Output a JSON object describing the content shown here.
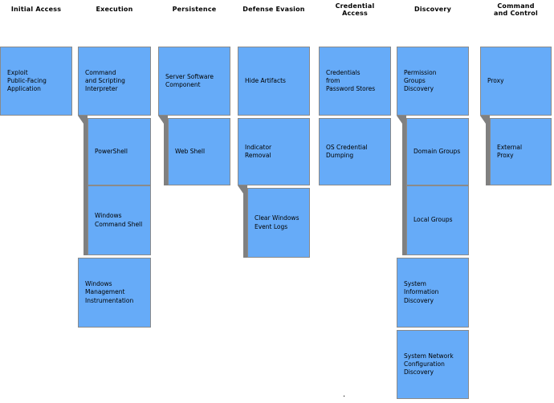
{
  "colors": {
    "cell_fill": "#66ABF8",
    "cell_border": "#8A8A8A",
    "connector_gray": "#808080",
    "text": "#000000",
    "background": "#FFFFFF"
  },
  "footer_dot": ".",
  "matrix": {
    "columns": [
      {
        "tactic": "Initial Access",
        "techniques": [
          {
            "label": "Exploit\nPublic-Facing\nApplication",
            "sub": false,
            "row": 0
          }
        ]
      },
      {
        "tactic": "Execution",
        "techniques": [
          {
            "label": "Command\nand Scripting\nInterpreter",
            "sub": false,
            "row": 0
          },
          {
            "label": "PowerShell",
            "sub": true,
            "row": 1
          },
          {
            "label": "Windows\nCommand Shell",
            "sub": true,
            "row": 2
          },
          {
            "label": "Windows\nManagement\nInstrumentation",
            "sub": false,
            "row": 3
          }
        ]
      },
      {
        "tactic": "Persistence",
        "techniques": [
          {
            "label": "Server Software\nComponent",
            "sub": false,
            "row": 0
          },
          {
            "label": "Web Shell",
            "sub": true,
            "row": 1
          }
        ]
      },
      {
        "tactic": "Defense Evasion",
        "techniques": [
          {
            "label": "Hide Artifacts",
            "sub": false,
            "row": 0
          },
          {
            "label": "Indicator\nRemoval",
            "sub": false,
            "row": 1
          },
          {
            "label": "Clear Windows\nEvent Logs",
            "sub": true,
            "row": 2
          }
        ]
      },
      {
        "tactic": "Credential\nAccess",
        "techniques": [
          {
            "label": "Credentials\nfrom\nPassword Stores",
            "sub": false,
            "row": 0
          },
          {
            "label": "OS Credential\nDumping",
            "sub": false,
            "row": 1
          }
        ]
      },
      {
        "tactic": "Discovery",
        "techniques": [
          {
            "label": "Permission\nGroups\nDiscovery",
            "sub": false,
            "row": 0
          },
          {
            "label": "Domain Groups",
            "sub": true,
            "row": 1
          },
          {
            "label": "Local Groups",
            "sub": true,
            "row": 2
          },
          {
            "label": "System\nInformation\nDiscovery",
            "sub": false,
            "row": 3
          },
          {
            "label": "System Network\nConfiguration\nDiscovery",
            "sub": false,
            "row": 4
          }
        ]
      },
      {
        "tactic": "Command\nand Control",
        "techniques": [
          {
            "label": "Proxy",
            "sub": false,
            "row": 0
          },
          {
            "label": "External\nProxy",
            "sub": true,
            "row": 1
          }
        ]
      }
    ]
  }
}
